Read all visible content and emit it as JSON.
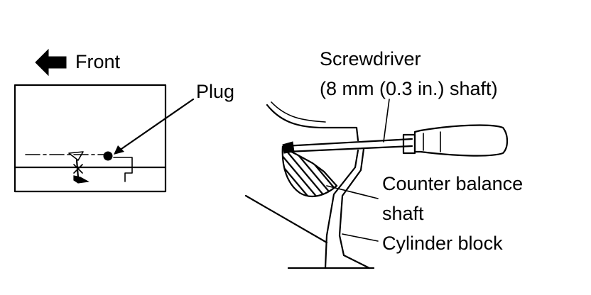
{
  "labels": {
    "front": "Front",
    "plug": "Plug",
    "screwdriver_line1": "Screwdriver",
    "screwdriver_line2": "(8 mm (0.3 in.) shaft)",
    "counter_balance_line1": "Counter balance",
    "counter_balance_line2": "shaft",
    "cylinder_block": "Cylinder block"
  },
  "icons": {
    "front_arrow": "left-arrow-icon"
  },
  "colors": {
    "ink": "#000000",
    "paper": "#ffffff"
  }
}
